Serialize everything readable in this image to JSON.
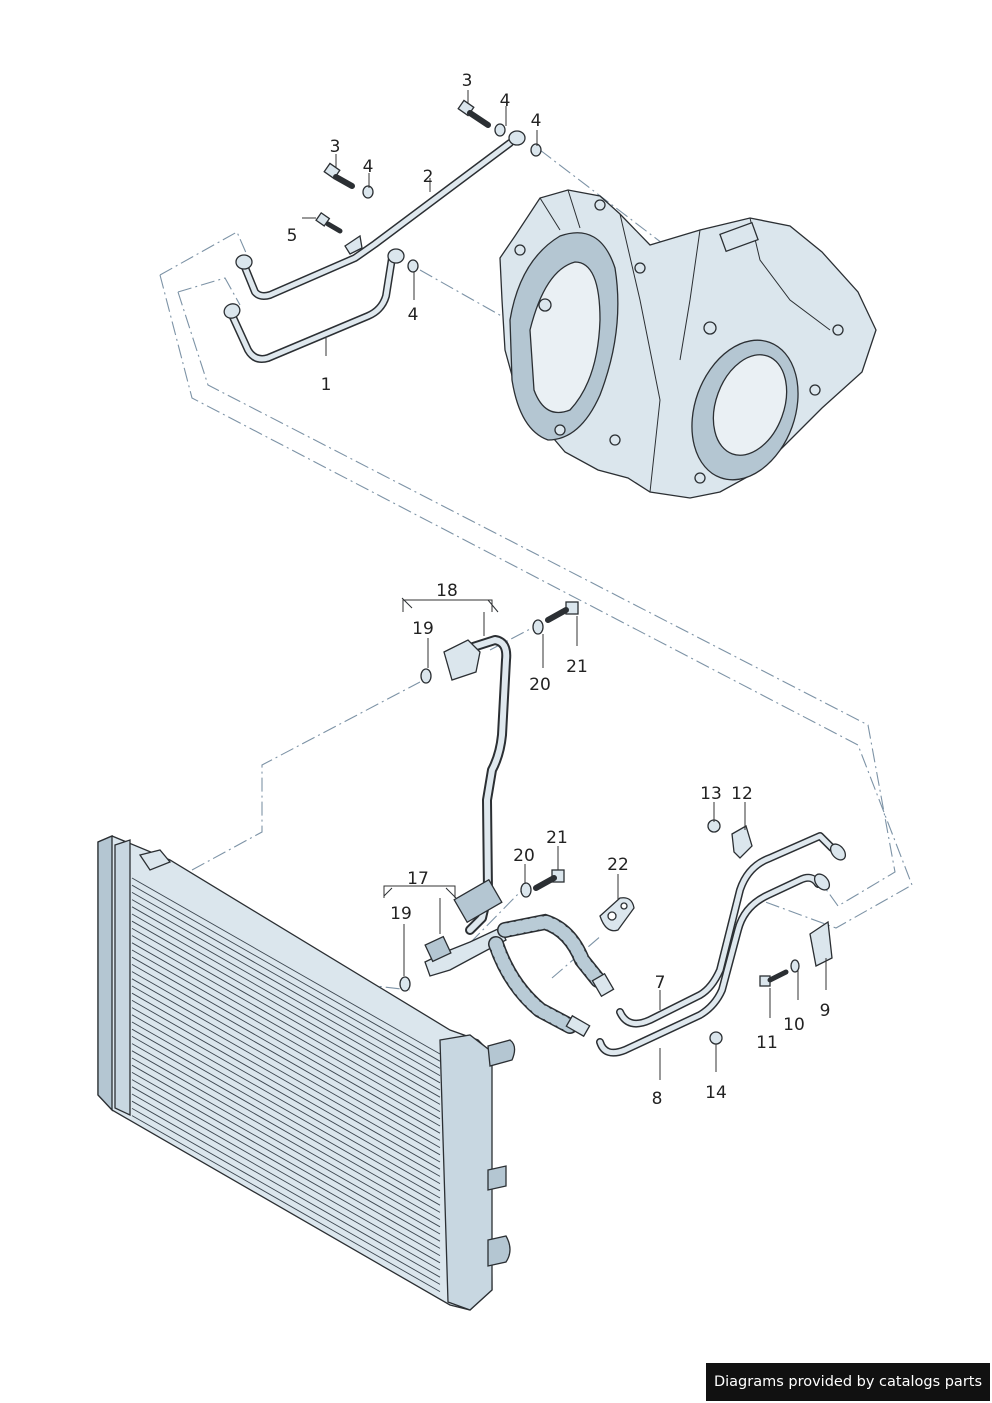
{
  "callouts": [
    {
      "label": "1"
    },
    {
      "label": "2"
    },
    {
      "label": "3"
    },
    {
      "label": "3"
    },
    {
      "label": "4"
    },
    {
      "label": "4"
    },
    {
      "label": "4"
    },
    {
      "label": "4"
    },
    {
      "label": "5"
    },
    {
      "label": "7"
    },
    {
      "label": "8"
    },
    {
      "label": "9"
    },
    {
      "label": "10"
    },
    {
      "label": "11"
    },
    {
      "label": "12"
    },
    {
      "label": "13"
    },
    {
      "label": "14"
    },
    {
      "label": "17"
    },
    {
      "label": "18"
    },
    {
      "label": "19"
    },
    {
      "label": "19"
    },
    {
      "label": "20"
    },
    {
      "label": "20"
    },
    {
      "label": "21"
    },
    {
      "label": "21"
    },
    {
      "label": "22"
    }
  ],
  "footer": {
    "text": "Diagrams provided by catalogs parts"
  },
  "colors": {
    "line": "#2b2f33",
    "fill": "#dbe6ed",
    "shade": "#b4c6d2",
    "dash": "#7d93a6",
    "footer_bg": "#111111"
  }
}
